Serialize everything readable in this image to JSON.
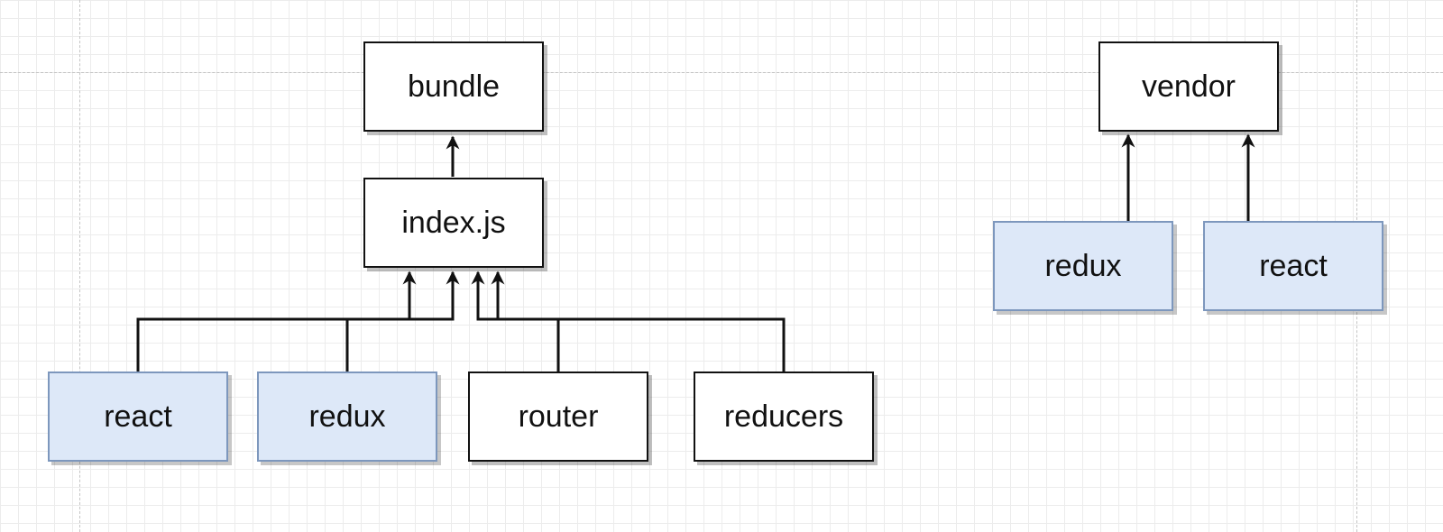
{
  "diagram": {
    "nodes": {
      "bundle": "bundle",
      "index_js": "index.js",
      "react_left": "react",
      "redux_left": "redux",
      "router": "router",
      "reducers": "reducers",
      "vendor": "vendor",
      "redux_right": "redux",
      "react_right": "react"
    },
    "edges": [
      {
        "from": "index_js",
        "to": "bundle"
      },
      {
        "from": "react_left",
        "to": "index_js"
      },
      {
        "from": "redux_left",
        "to": "index_js"
      },
      {
        "from": "router",
        "to": "index_js"
      },
      {
        "from": "reducers",
        "to": "index_js"
      },
      {
        "from": "redux_right",
        "to": "vendor"
      },
      {
        "from": "react_right",
        "to": "vendor"
      }
    ],
    "colors": {
      "plain_fill": "#ffffff",
      "plain_border": "#111111",
      "blue_fill": "#dde8f8",
      "blue_border": "#7d97bd",
      "edge": "#111111"
    }
  }
}
